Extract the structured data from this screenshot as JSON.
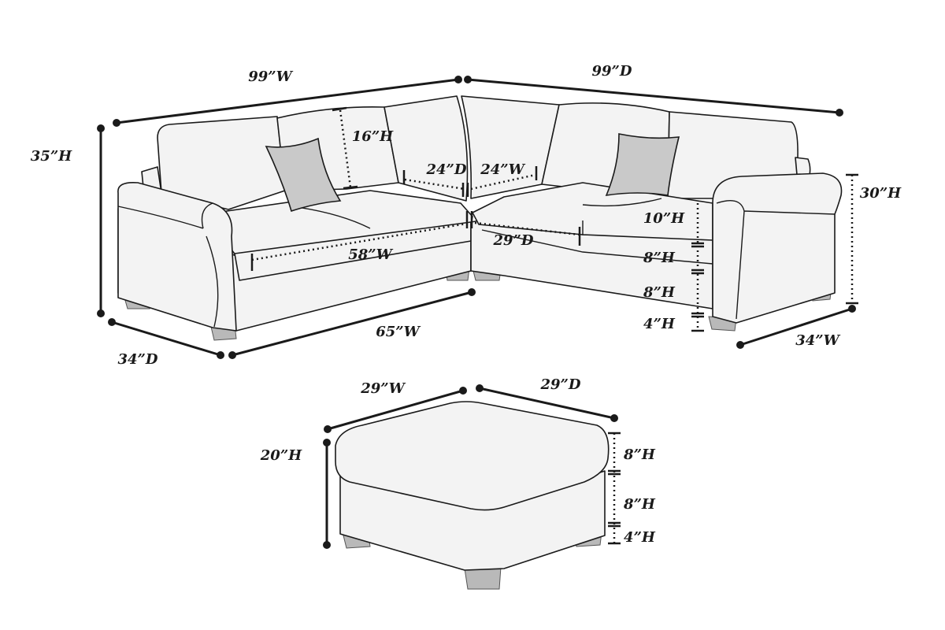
{
  "sectional": {
    "overall_width": "99”W",
    "overall_depth": "99”D",
    "overall_height": "35”H",
    "back_cushion_height": "16”H",
    "corner_depth": "24”D",
    "corner_width": "24”W",
    "arm_height": "30”H",
    "back_height": "10”H",
    "seat_depth": "29”D",
    "seat_width": "58”W",
    "cushion_height": "8”H",
    "base_height": "8”H",
    "leg_height": "4”H",
    "section_width": "65”W",
    "left_depth": "34”D",
    "right_width": "34”W"
  },
  "ottoman": {
    "width": "29”W",
    "depth": "29”D",
    "height": "20”H",
    "cushion_height": "8”H",
    "base_height": "8”H",
    "leg_height": "4”H"
  },
  "colors": {
    "upholstery": "#f3f3f3",
    "pillow": "#c9c9c9",
    "legs": "#b9b9b9",
    "lines": "#1a1a1a"
  }
}
